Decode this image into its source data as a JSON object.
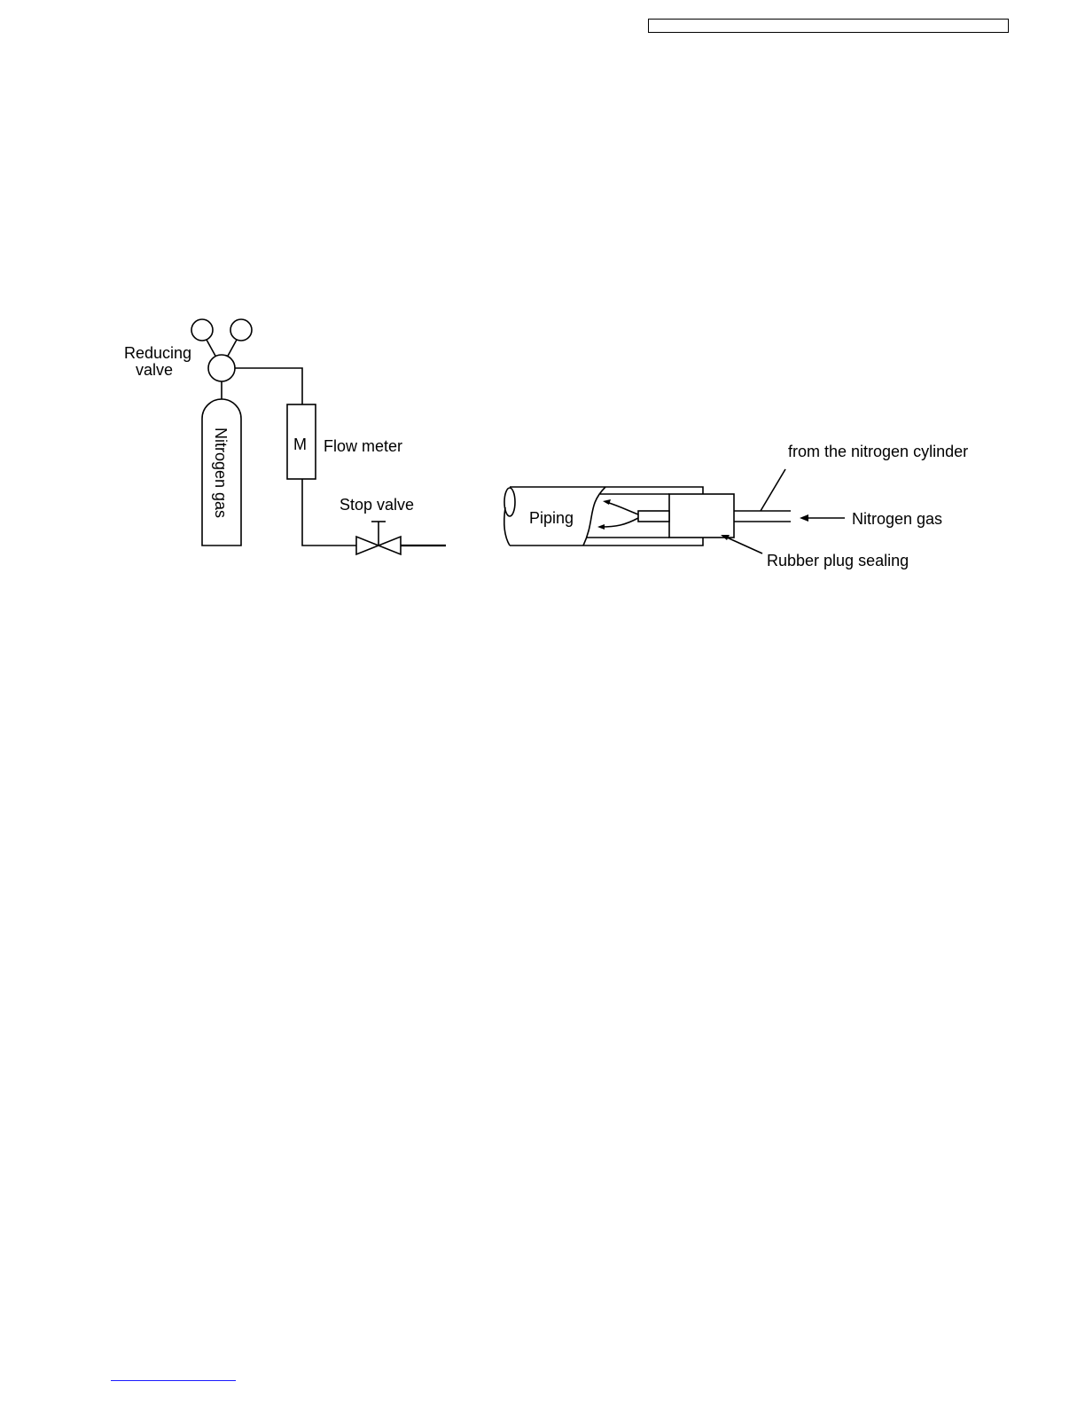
{
  "left_diagram": {
    "reducing_valve_line1": "Reducing",
    "reducing_valve_line2": "valve",
    "cylinder_label": "Nitrogen gas",
    "meter_symbol": "M",
    "flow_meter_label": "Flow meter",
    "stop_valve_label": "Stop valve"
  },
  "right_diagram": {
    "piping_label": "Piping",
    "from_cylinder_label": "from the nitrogen cylinder",
    "nitrogen_gas_label": "Nitrogen gas",
    "rubber_plug_label": "Rubber plug sealing"
  }
}
